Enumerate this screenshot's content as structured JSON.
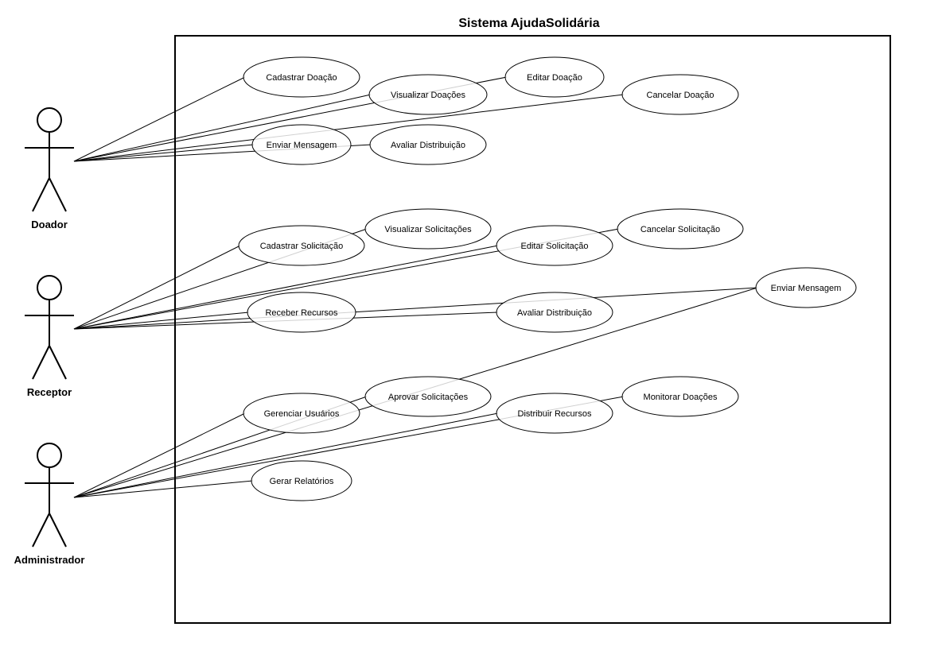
{
  "system": {
    "title": "Sistema AjudaSolidária"
  },
  "actors": [
    {
      "id": "doador",
      "name": "Doador"
    },
    {
      "id": "receptor",
      "name": "Receptor"
    },
    {
      "id": "administrador",
      "name": "Administrador"
    }
  ],
  "use_cases": [
    {
      "id": "uc1",
      "label": "Cadastrar Doação"
    },
    {
      "id": "uc2",
      "label": "Visualizar Doações"
    },
    {
      "id": "uc3",
      "label": "Editar Doação"
    },
    {
      "id": "uc4",
      "label": "Cancelar Doação"
    },
    {
      "id": "uc5",
      "label": "Enviar Mensagem"
    },
    {
      "id": "uc6",
      "label": "Avaliar Distribuição"
    },
    {
      "id": "uc7",
      "label": "Cadastrar Solicitação"
    },
    {
      "id": "uc8",
      "label": "Visualizar Solicitações"
    },
    {
      "id": "uc9",
      "label": "Editar Solicitação"
    },
    {
      "id": "uc10",
      "label": "Cancelar Solicitação"
    },
    {
      "id": "uc11",
      "label": "Enviar Mensagem"
    },
    {
      "id": "uc12",
      "label": "Receber Recursos"
    },
    {
      "id": "uc13",
      "label": "Avaliar Distribuição"
    },
    {
      "id": "uc14",
      "label": "Gerenciar Usuários"
    },
    {
      "id": "uc15",
      "label": "Aprovar Solicitações"
    },
    {
      "id": "uc16",
      "label": "Distribuir Recursos"
    },
    {
      "id": "uc17",
      "label": "Monitorar Doações"
    },
    {
      "id": "uc18",
      "label": "Gerar Relatórios"
    }
  ],
  "associations": [
    {
      "actor": "doador",
      "use_case": "uc1"
    },
    {
      "actor": "doador",
      "use_case": "uc2"
    },
    {
      "actor": "doador",
      "use_case": "uc3"
    },
    {
      "actor": "doador",
      "use_case": "uc4"
    },
    {
      "actor": "doador",
      "use_case": "uc5"
    },
    {
      "actor": "doador",
      "use_case": "uc6"
    },
    {
      "actor": "receptor",
      "use_case": "uc7"
    },
    {
      "actor": "receptor",
      "use_case": "uc8"
    },
    {
      "actor": "receptor",
      "use_case": "uc9"
    },
    {
      "actor": "receptor",
      "use_case": "uc10"
    },
    {
      "actor": "receptor",
      "use_case": "uc11"
    },
    {
      "actor": "receptor",
      "use_case": "uc12"
    },
    {
      "actor": "receptor",
      "use_case": "uc13"
    },
    {
      "actor": "administrador",
      "use_case": "uc14"
    },
    {
      "actor": "administrador",
      "use_case": "uc15"
    },
    {
      "actor": "administrador",
      "use_case": "uc16"
    },
    {
      "actor": "administrador",
      "use_case": "uc17"
    },
    {
      "actor": "administrador",
      "use_case": "uc18"
    },
    {
      "actor": "administrador",
      "use_case": "uc11"
    }
  ]
}
